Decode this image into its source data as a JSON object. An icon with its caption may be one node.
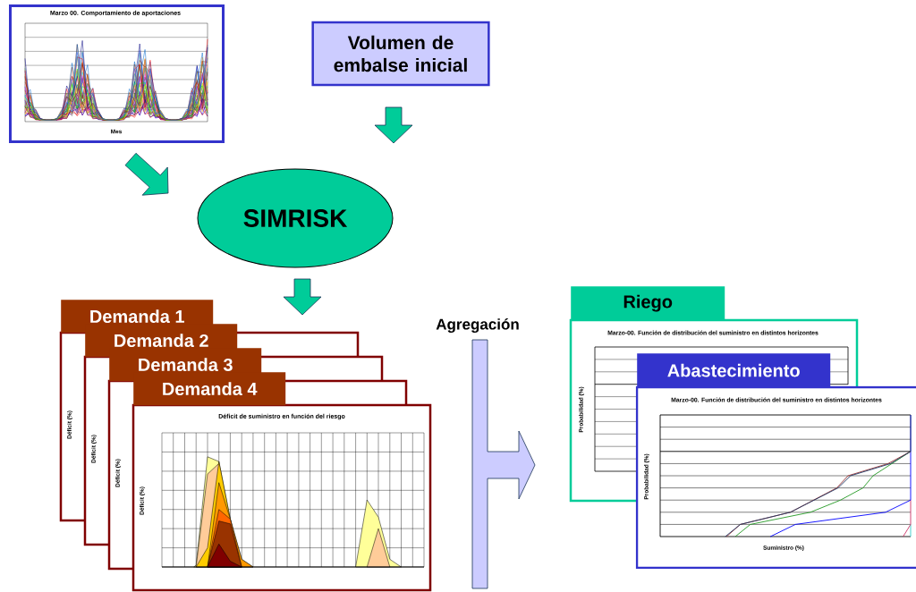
{
  "diagram": {
    "nodes": [
      {
        "text": [
          "Marzo 00. Comportamiento de aportaciones",
          "Mes"
        ]
      },
      {
        "text": [
          "Volumen de embalse inicial"
        ]
      },
      {
        "text": [
          "SIMRISK"
        ]
      },
      {
        "text": [
          "Demanda 1"
        ]
      },
      {
        "text": [
          "Demanda 2"
        ]
      },
      {
        "text": [
          "Demanda 3"
        ]
      },
      {
        "text": [
          "Demanda 4"
        ]
      },
      {
        "text": [
          "Riego"
        ]
      },
      {
        "text": [
          "Abastecimiento"
        ]
      }
    ],
    "edges": [
      {
        "from": 0,
        "to": 2,
        "arrow": "to"
      },
      {
        "from": 1,
        "to": 2,
        "arrow": "to"
      },
      {
        "from": 2,
        "to": null,
        "arrow": "to"
      },
      {
        "from": 6,
        "to": 7,
        "arrow": "to",
        "color": "#ccccff"
      }
    ],
    "labels": [
      "Agregación",
      "Déficit (%)",
      "Déficit (%)",
      "Déficit (%)",
      "Déficit de suministro en función del riesgo",
      "Déficit (%)",
      "Marzo-00. Función de distribución del suministro en distintos horizontes",
      "Probabilidad (%)",
      "Marzo-00. Función de distribución del suministro en distintos horizontes",
      "Probabilidad (%)",
      "Suministro (%)"
    ]
  }
}
